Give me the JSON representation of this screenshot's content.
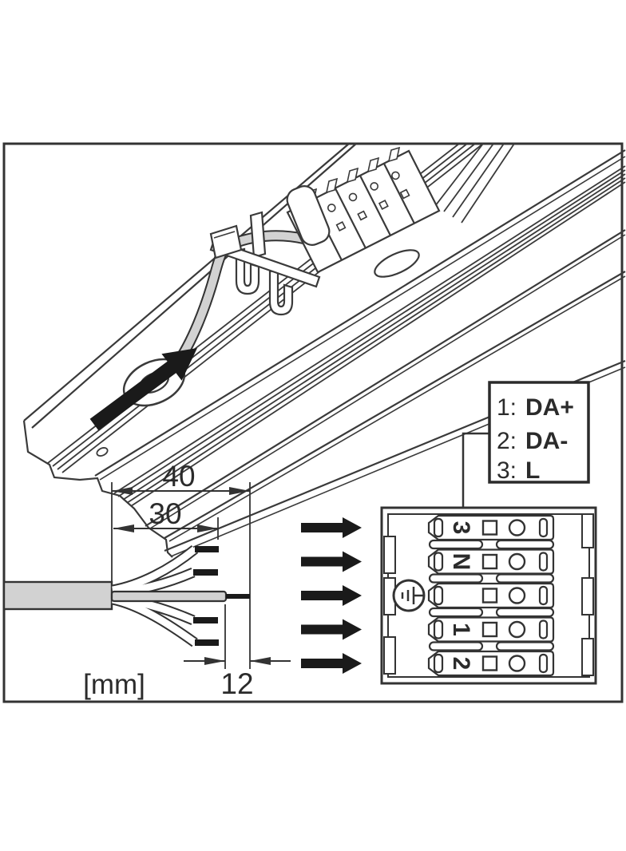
{
  "legend": {
    "items": [
      {
        "num": "1:",
        "label": "DA+"
      },
      {
        "num": "2:",
        "label": "DA-"
      },
      {
        "num": "3:",
        "label": "L"
      }
    ]
  },
  "stripping": {
    "dim_overall": "40",
    "dim_outer": "30",
    "dim_strip": "12",
    "unit": "[mm]"
  },
  "connector": {
    "terminals": [
      {
        "label": "3"
      },
      {
        "label": "N"
      },
      {
        "label": "",
        "icon": "protective-earth-icon"
      },
      {
        "label": "1"
      },
      {
        "label": "2"
      }
    ],
    "flow_arrow_count": "5"
  },
  "colors": {
    "line": "#333333",
    "cable_gray": "#d2d2d2",
    "arrow_black": "#1a1a1a",
    "background": "#ffffff"
  }
}
